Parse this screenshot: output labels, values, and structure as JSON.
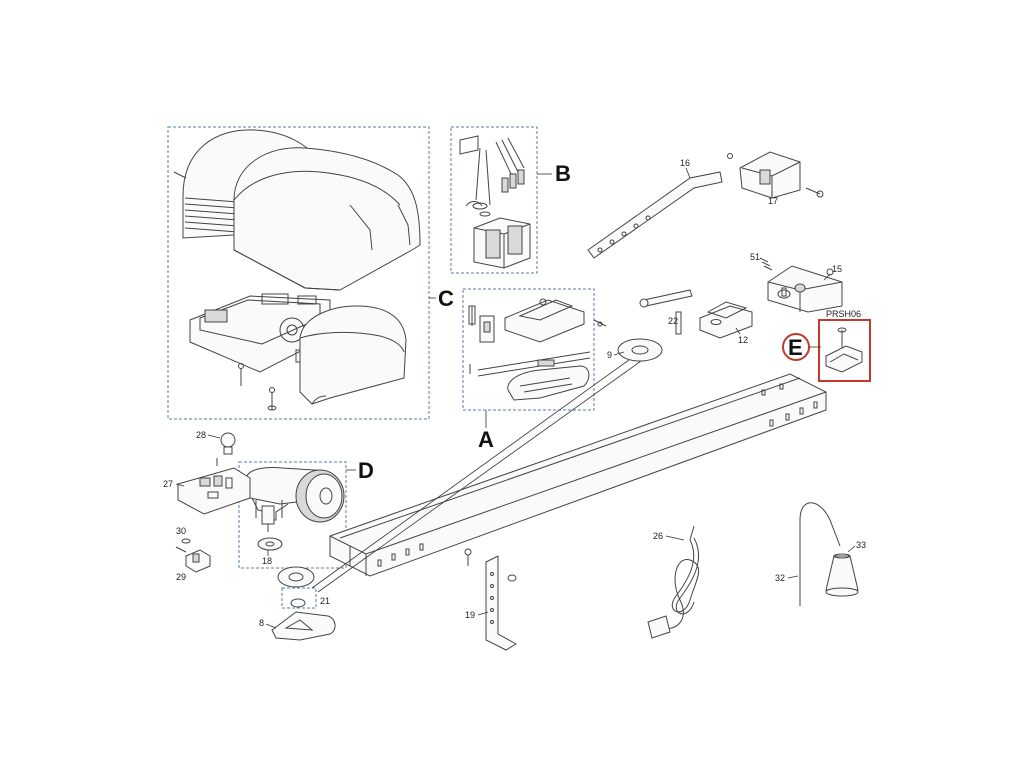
{
  "groups": {
    "A": "A",
    "B": "B",
    "C": "C",
    "D": "D",
    "E": "E"
  },
  "part_code": "PRSH06",
  "part_numbers": {
    "p8": "8",
    "p9": "9",
    "p12": "12",
    "p15": "15",
    "p16": "16",
    "p17": "17",
    "p18": "18",
    "p19": "19",
    "p21": "21",
    "p22": "22",
    "p26": "26",
    "p27": "27",
    "p28": "28",
    "p29": "29",
    "p30": "30",
    "p32": "32",
    "p33": "33",
    "p51": "51"
  },
  "colors": {
    "group_box": "#5a7ea8",
    "highlight": "#c0392b",
    "line": "#444444"
  }
}
